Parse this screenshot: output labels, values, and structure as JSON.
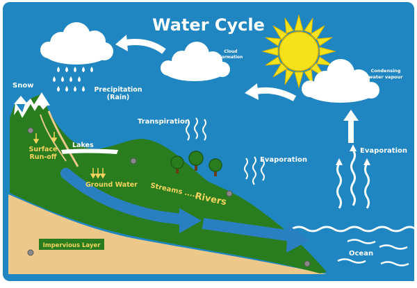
{
  "title": "Water Cycle",
  "labels": {
    "snow": "Snow",
    "precipitation_line1": "Precipitation",
    "precipitation_line2": "(Rain)",
    "cloud_formation_line1": "Cloud",
    "cloud_formation_line2": "Formation",
    "condensing_line1": "Condensing",
    "condensing_line2": "water vapour",
    "transpiration": "Transpiration",
    "evaporation_land": "Evaporation",
    "evaporation_ocean": "Evaporation",
    "lakes": "Lakes",
    "surface_runoff_line1": "Surface",
    "surface_runoff_line2": "Run-off",
    "ground_water": "Ground Water",
    "streams_rivers_a": "Streams .....",
    "streams_rivers_b": "Rivers",
    "impervious_layer": "Impervious Layer",
    "ocean": "Ocean"
  },
  "colors": {
    "sky": "#1f86c2",
    "hill": "#2a7d1f",
    "soil": "#ecc98b",
    "sun": "#f6e21a",
    "cloud": "#ffffff",
    "water": "#ffffff",
    "label_yellow": "#f4d35e"
  }
}
